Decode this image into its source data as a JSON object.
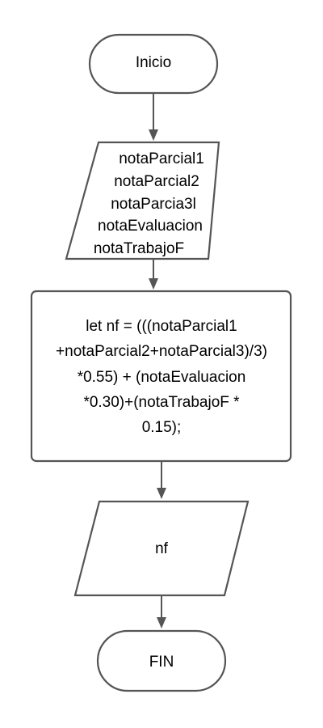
{
  "diagram": {
    "start": {
      "label": "Inicio"
    },
    "input": {
      "lines": [
        "notaParcial1",
        "notaParcial2",
        "notaParcia3l",
        "notaEvaluacion",
        "notaTrabajoF"
      ]
    },
    "process": {
      "lines": [
        "let nf = (((notaParcial1",
        "+notaParcial2+notaParcial3)/3)",
        "*0.55) + (notaEvaluacion",
        "*0.30)+(notaTrabajoF *",
        "0.15);"
      ]
    },
    "output": {
      "label": "nf"
    },
    "end": {
      "label": "FIN"
    }
  }
}
